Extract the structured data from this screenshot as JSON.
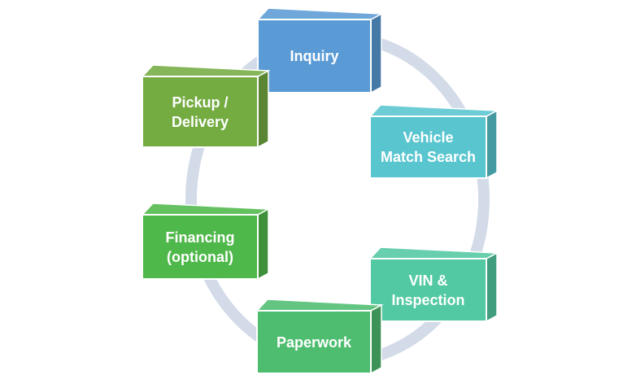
{
  "steps": [
    {
      "id": "inquiry",
      "label": "Inquiry",
      "color": "#5b9bd5"
    },
    {
      "id": "vehicle-match-search",
      "label": "Vehicle\nMatch Search",
      "color": "#58c5cf"
    },
    {
      "id": "vin-inspection",
      "label": "VIN &\nInspection",
      "color": "#52c9a2"
    },
    {
      "id": "paperwork",
      "label": "Paperwork",
      "color": "#4ebd70"
    },
    {
      "id": "financing",
      "label": "Financing\n(optional)",
      "color": "#4fb84a"
    },
    {
      "id": "pickup-delivery",
      "label": "Pickup /\nDelivery",
      "color": "#74ac42"
    }
  ],
  "ring_color": "#d3dbe8"
}
